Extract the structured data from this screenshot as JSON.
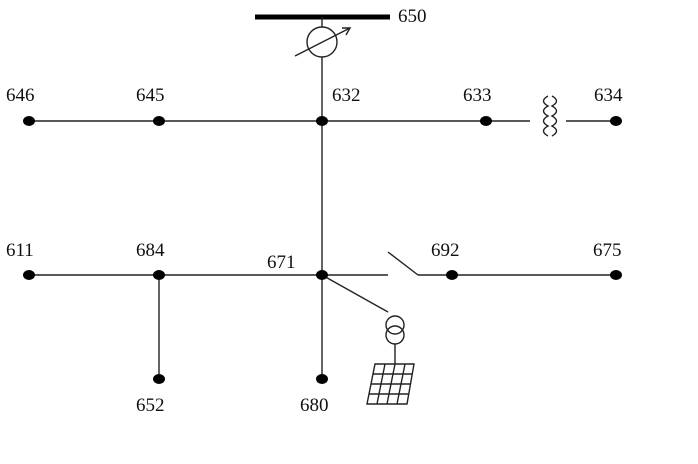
{
  "nodes": [
    {
      "id": "n650",
      "label": "650"
    },
    {
      "id": "n646",
      "label": "646"
    },
    {
      "id": "n645",
      "label": "645"
    },
    {
      "id": "n632",
      "label": "632"
    },
    {
      "id": "n633",
      "label": "633"
    },
    {
      "id": "n634",
      "label": "634"
    },
    {
      "id": "n611",
      "label": "611"
    },
    {
      "id": "n684",
      "label": "684"
    },
    {
      "id": "n671",
      "label": "671"
    },
    {
      "id": "n692",
      "label": "692"
    },
    {
      "id": "n675",
      "label": "675"
    },
    {
      "id": "n652",
      "label": "652"
    },
    {
      "id": "n680",
      "label": "680"
    }
  ],
  "components": {
    "regulator": "voltage-regulator-icon",
    "transformer": "transformer-coil-icon",
    "switch": "open-switch-icon",
    "pv_transformer": "two-winding-transformer-icon",
    "pv_panel": "solar-panel-icon"
  },
  "colors": {
    "line": "#222222",
    "background": "#ffffff"
  }
}
